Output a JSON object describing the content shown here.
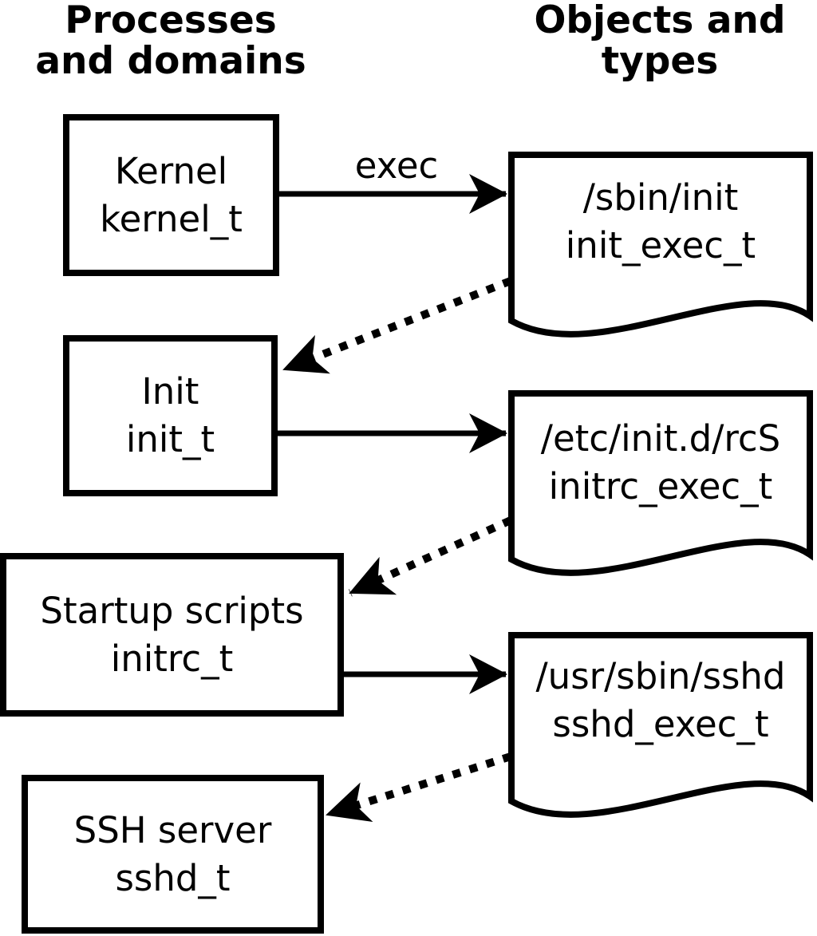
{
  "diagram": {
    "column_headers": {
      "processes": {
        "line1": "Processes",
        "line2": "and domains"
      },
      "objects": {
        "line1": "Objects and",
        "line2": "types"
      }
    },
    "processes": [
      {
        "id": "kernel",
        "name": "Kernel",
        "type": "kernel_t"
      },
      {
        "id": "init",
        "name": "Init",
        "type": "init_t"
      },
      {
        "id": "initrc",
        "name": "Startup scripts",
        "type": "initrc_t"
      },
      {
        "id": "sshd",
        "name": "SSH server",
        "type": "sshd_t"
      }
    ],
    "objects": [
      {
        "id": "init_exec",
        "path": "/sbin/init",
        "type": "init_exec_t"
      },
      {
        "id": "initrc_exec",
        "path": "/etc/init.d/rcS",
        "type": "initrc_exec_t"
      },
      {
        "id": "sshd_exec",
        "path": "/usr/sbin/sshd",
        "type": "sshd_exec_t"
      }
    ],
    "edges": [
      {
        "from": "kernel",
        "to": "init_exec",
        "style": "solid",
        "label": "exec"
      },
      {
        "from": "init_exec",
        "to": "init",
        "style": "dotted",
        "label": ""
      },
      {
        "from": "init",
        "to": "initrc_exec",
        "style": "solid",
        "label": ""
      },
      {
        "from": "initrc_exec",
        "to": "initrc",
        "style": "dotted",
        "label": ""
      },
      {
        "from": "initrc",
        "to": "sshd_exec",
        "style": "solid",
        "label": ""
      },
      {
        "from": "sshd_exec",
        "to": "sshd",
        "style": "dotted",
        "label": ""
      }
    ],
    "colors": {
      "ink": "#000000",
      "background": "#ffffff"
    }
  }
}
